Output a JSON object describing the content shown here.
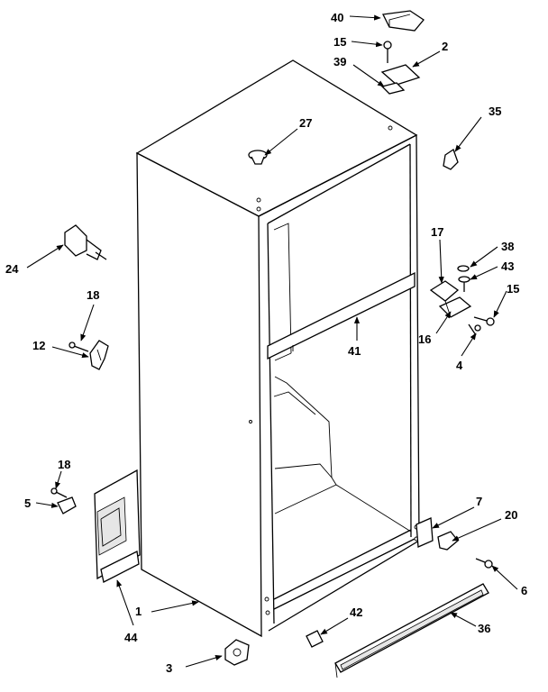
{
  "callouts": {
    "c40": "40",
    "c15a": "15",
    "c2": "2",
    "c39": "39",
    "c35": "35",
    "c27": "27",
    "c24": "24",
    "c18a": "18",
    "c12": "12",
    "c17": "17",
    "c38": "38",
    "c43": "43",
    "c15b": "15",
    "c16": "16",
    "c4": "4",
    "c41": "41",
    "c18b": "18",
    "c5": "5",
    "c7": "7",
    "c20": "20",
    "c6": "6",
    "c1": "1",
    "c44": "44",
    "c42": "42",
    "c36": "36",
    "c3": "3"
  }
}
